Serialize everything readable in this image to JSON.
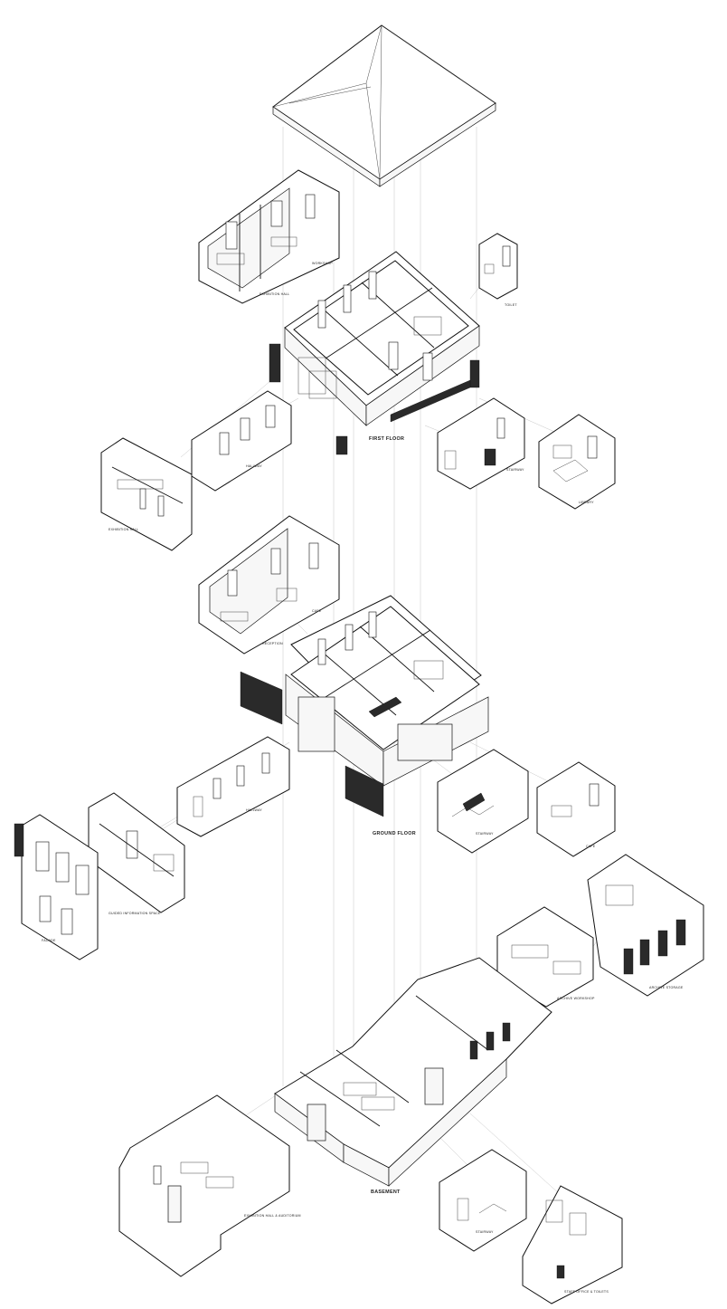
{
  "labels": {
    "workshop": "WORKSHOP",
    "exhibition_hall_top": "EXHIBITION HALL",
    "toilet": "TOILET",
    "first_floor": "FIRST FLOOR",
    "hallway_first": "HALLWAY",
    "exhibition_hall_first": "EXHIBITION HALL",
    "stairway_first": "STAIRWAY",
    "library": "LIBRARY",
    "cafe_ground_upper": "CAFE",
    "reception": "RECEPTION",
    "ground_floor": "GROUND FLOOR",
    "hallway_ground": "HALLWAY",
    "guided_information_space": "GUIDED INFORMATION SPACE",
    "facade": "FACADE",
    "stairway_ground": "STAIRWAY",
    "cafe_ground": "CAFE",
    "archive_workshop": "ARCHIVE WORKSHOP",
    "archive_storage": "ARCHIVE STORAGE",
    "basement": "BASEMENT",
    "exhibition_hall_auditorium": "EXHIBITION HALL & AUDITORIUM",
    "stairway_basement": "STAIRWAY",
    "staff_office_toilets": "STAFF OFFICE & TOILETS"
  }
}
